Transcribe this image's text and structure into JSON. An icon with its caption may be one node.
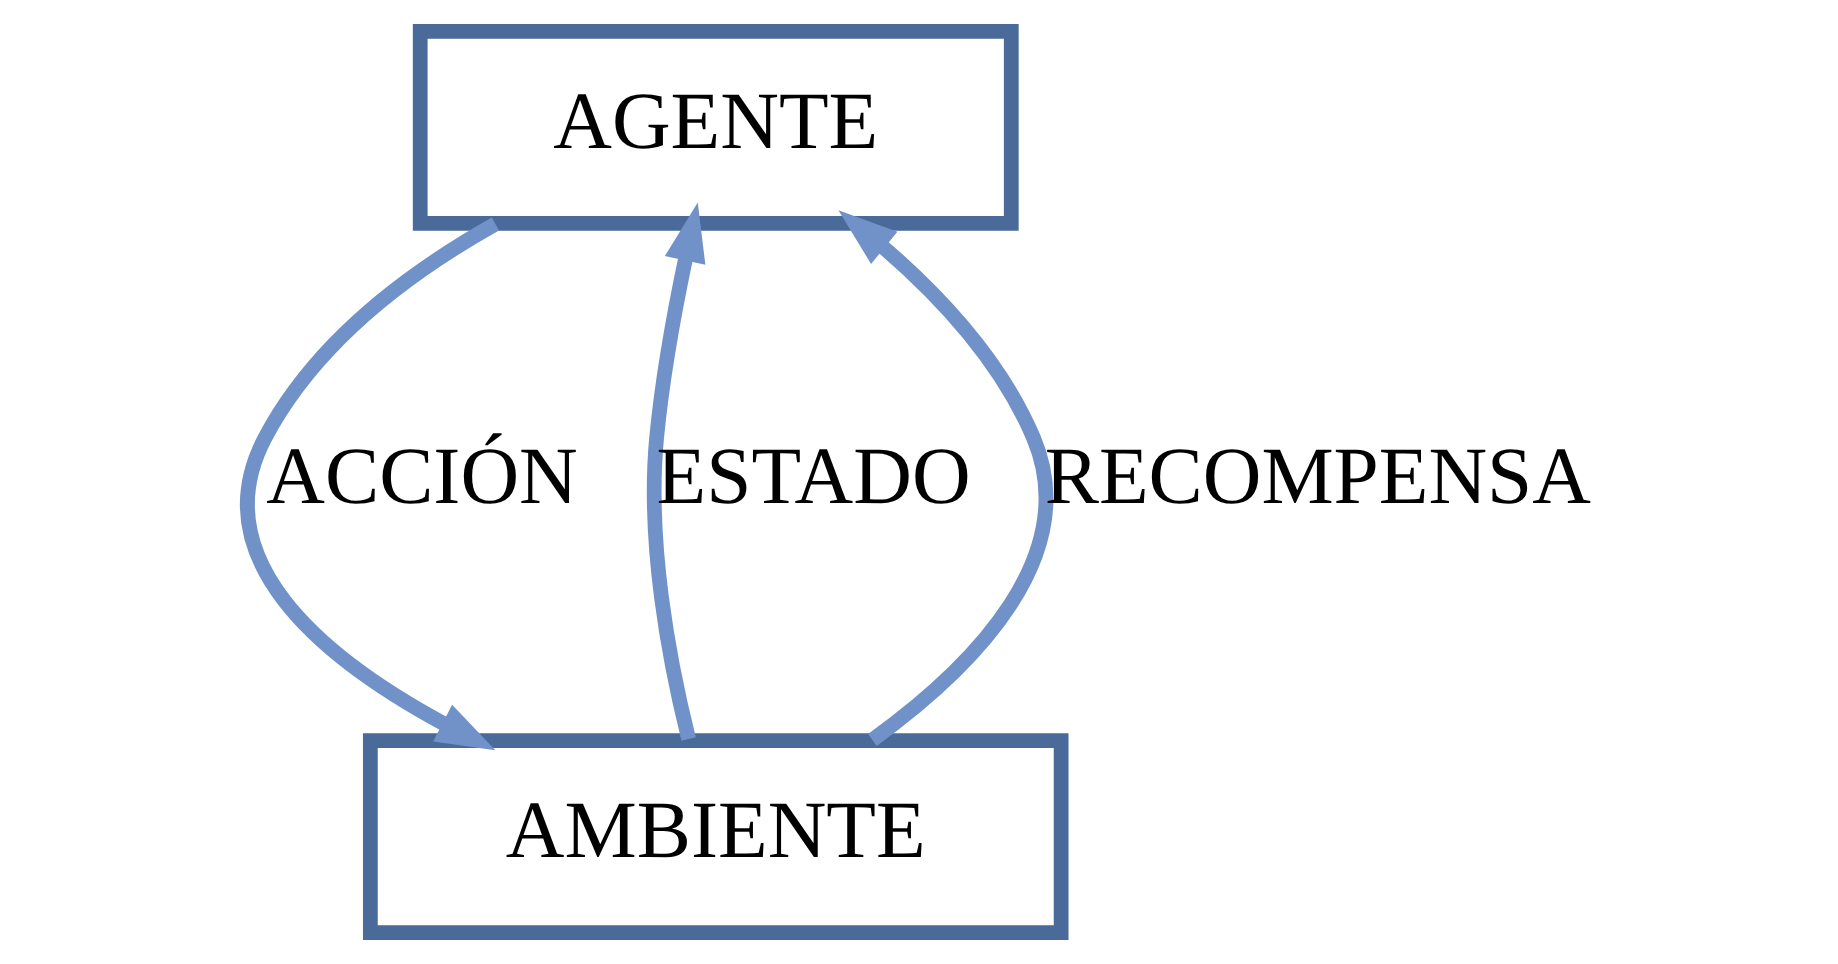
{
  "diagram": {
    "nodes": [
      {
        "text": [
          "AGENTE"
        ]
      },
      {
        "text": [
          "AMBIENTE"
        ]
      }
    ],
    "edges": [
      {
        "from": 1,
        "to": 0,
        "arrow": "to",
        "label": "ESTADO"
      },
      {
        "from": 1,
        "to": 0,
        "arrow": "to",
        "label": "RECOMPENSA"
      },
      {
        "from": 0,
        "to": 1,
        "arrow": "to",
        "label": "ACCIÓN"
      }
    ]
  }
}
